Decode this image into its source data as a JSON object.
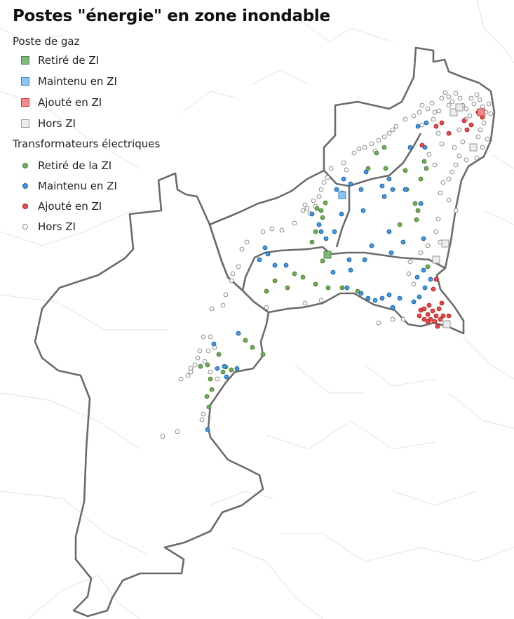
{
  "title": "Postes \"énergie\" en zone inondable",
  "legend": {
    "gas_heading": "Poste de gaz",
    "gas_items": [
      {
        "label": "Retiré de ZI",
        "fill": "#7fb87a",
        "stroke": "#4e8a4a"
      },
      {
        "label": "Maintenu en ZI",
        "fill": "#8fc4ee",
        "stroke": "#3f82c2"
      },
      {
        "label": "Ajouté en ZI",
        "fill": "#f58a8a",
        "stroke": "#cc3333"
      },
      {
        "label": "Hors ZI",
        "fill": "#ececec",
        "stroke": "#9a9a9a"
      }
    ],
    "transfo_heading": "Transformateurs électriques",
    "transfo_items": [
      {
        "label": "Retiré de la ZI",
        "fill": "#6fae55",
        "stroke": "#4a7f38"
      },
      {
        "label": "Maintenu en ZI",
        "fill": "#3d9be6",
        "stroke": "#1f5f9f"
      },
      {
        "label": "Ajouté en ZI",
        "fill": "#f04848",
        "stroke": "#b02020"
      },
      {
        "label": "Hors ZI",
        "fill": "#ffffff",
        "stroke": "#8a8a8a"
      }
    ]
  },
  "colors": {
    "boundary": "#6b6b6b",
    "background_lines": "#e2e2e2"
  }
}
